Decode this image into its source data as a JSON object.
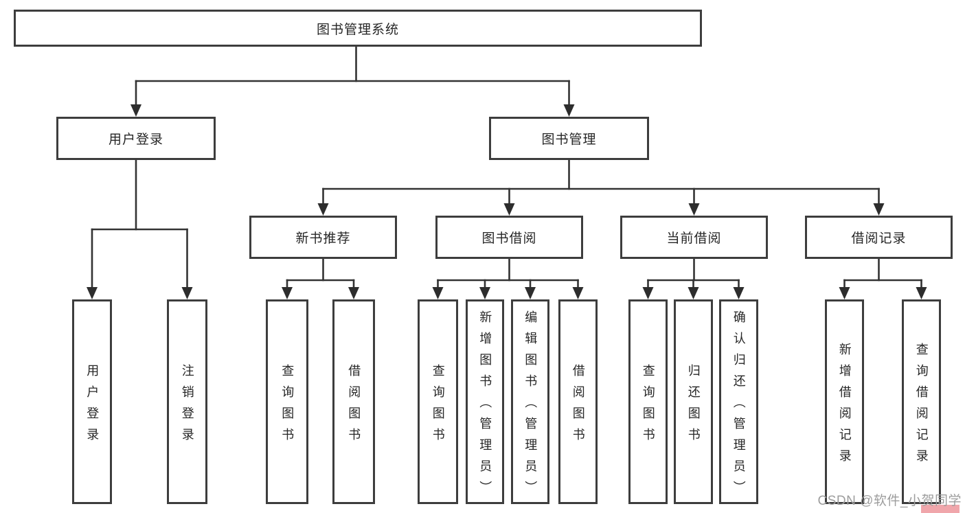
{
  "diagram": {
    "root": {
      "label": "图书管理系统"
    },
    "level2": [
      {
        "id": "user-login",
        "label": "用户登录"
      },
      {
        "id": "book-management",
        "label": "图书管理"
      }
    ],
    "level3": [
      {
        "id": "new-book-recommend",
        "label": "新书推荐"
      },
      {
        "id": "book-borrowing",
        "label": "图书借阅"
      },
      {
        "id": "current-borrowing",
        "label": "当前借阅"
      },
      {
        "id": "borrowing-records",
        "label": "借阅记录"
      }
    ],
    "leaves": {
      "user_login": [
        "用户登录",
        "注销登录"
      ],
      "new_book_recommend": [
        "查询图书",
        "借阅图书"
      ],
      "book_borrowing": [
        "查询图书",
        "新增图书（管理员）",
        "编辑图书（管理员）",
        "借阅图书"
      ],
      "current_borrowing": [
        "查询图书",
        "归还图书",
        "确认归还（管理员）"
      ],
      "borrowing_records": [
        "新增借阅记录",
        "查询借阅记录"
      ]
    }
  },
  "watermark": {
    "text": "CSDN @软件_小贺同学",
    "text_color": "#9d9d9d",
    "accent_color": "#f0a6ab"
  },
  "colors": {
    "background": "#ffffff",
    "box_border": "#3d3d3d",
    "box_fill": "#ffffff",
    "line": "#333333",
    "text": "#262626"
  }
}
